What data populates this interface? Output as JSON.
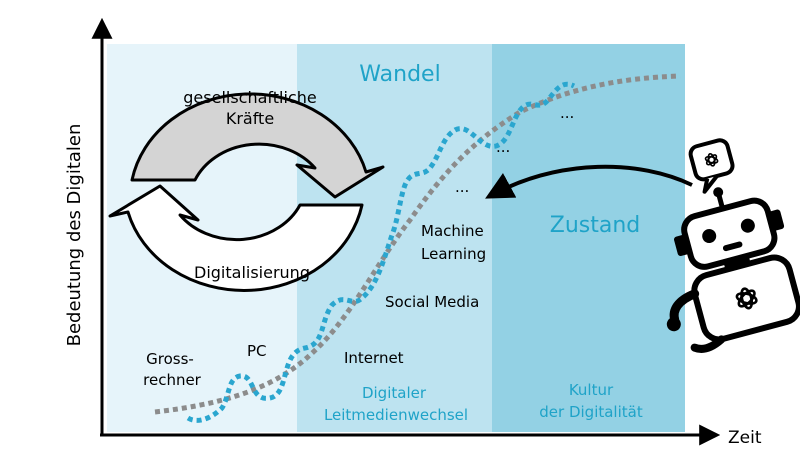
{
  "title": "Wandel",
  "state_label": "Zustand",
  "axis": {
    "y_label": "Bedeutung des Digitalen",
    "x_label": "Zeit"
  },
  "cycle": {
    "top_line1": "gesellschaftliche",
    "top_line2": "Kräfte",
    "bottom": "Digitalisierung"
  },
  "milestones": {
    "grossrechner_line1": "Gross-",
    "grossrechner_line2": "rechner",
    "pc": "PC",
    "internet": "Internet",
    "social_media": "Social Media",
    "ml_line1": "Machine",
    "ml_line2": "Learning",
    "ellipsis1": "...",
    "ellipsis2": "...",
    "ellipsis3": "..."
  },
  "phases": {
    "phase2_line1": "Digitaler",
    "phase2_line2": "Leitmedienwechsel",
    "phase3_line1": "Kultur",
    "phase3_line2": "der Digitalität"
  },
  "colors": {
    "band1": "#e6f4fa",
    "band2": "#bde3f0",
    "band3": "#93d1e4",
    "accent_text": "#1fa3c8",
    "grey_curve": "#8c8c8c",
    "blue_curve": "#2aa6cf",
    "cycle_top": "#d4d4d4"
  },
  "icons": {
    "robot": "robot-icon",
    "chat": "chat-bubble-icon",
    "logo": "openai-logo-icon"
  }
}
